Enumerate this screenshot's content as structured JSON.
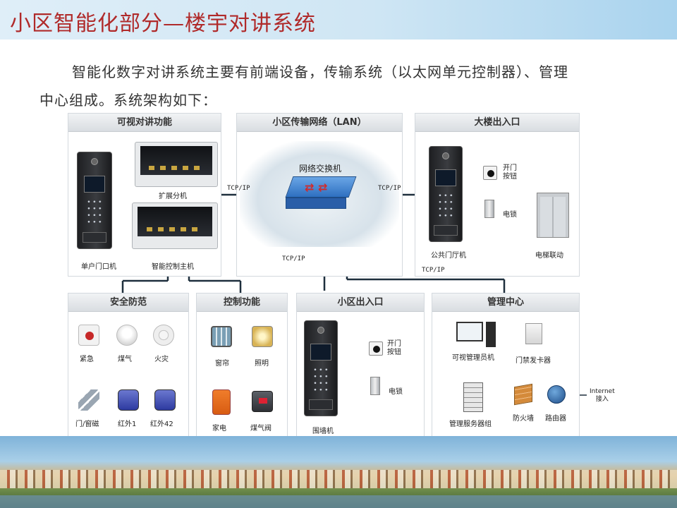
{
  "title": "小区智能化部分—楼宇对讲系统",
  "intro": "智能化数字对讲系统主要有前端设备，传输系统（以太网单元控制器）、管理中心组成。系统架构如下：",
  "tcp_label": "TCP/IP",
  "panels": {
    "visual_intercom": {
      "title": "可视对讲功能",
      "labels": {
        "ext_unit": "扩展分机",
        "door_unit": "单户门口机",
        "main_unit": "智能控制主机"
      }
    },
    "network": {
      "title": "小区传输网络（LAN）",
      "switch_label": "网络交换机"
    },
    "building_entrance": {
      "title": "大楼出入口",
      "labels": {
        "open_button": "开门\n按钮",
        "lock": "电锁",
        "public_door": "公共门厅机",
        "elevator": "电梯联动"
      }
    },
    "security": {
      "title": "安全防范",
      "items": [
        "紧急",
        "煤气",
        "火灾",
        "门/窗磁",
        "红外1",
        "红外42"
      ]
    },
    "control": {
      "title": "控制功能",
      "items": [
        "窗帘",
        "照明",
        "家电",
        "煤气阀"
      ]
    },
    "community_entrance": {
      "title": "小区出入口",
      "labels": {
        "open_button": "开门\n按钮",
        "lock": "电锁",
        "wall_unit": "围墙机"
      }
    },
    "management": {
      "title": "管理中心",
      "labels": {
        "pc": "可视管理员机",
        "card": "门禁发卡器",
        "server": "管理服务器组",
        "firewall": "防火墙",
        "router": "路由器",
        "internet": "Internet\n接入"
      }
    }
  },
  "colors": {
    "title": "#b02a2a",
    "line": "#1e2f3d"
  }
}
